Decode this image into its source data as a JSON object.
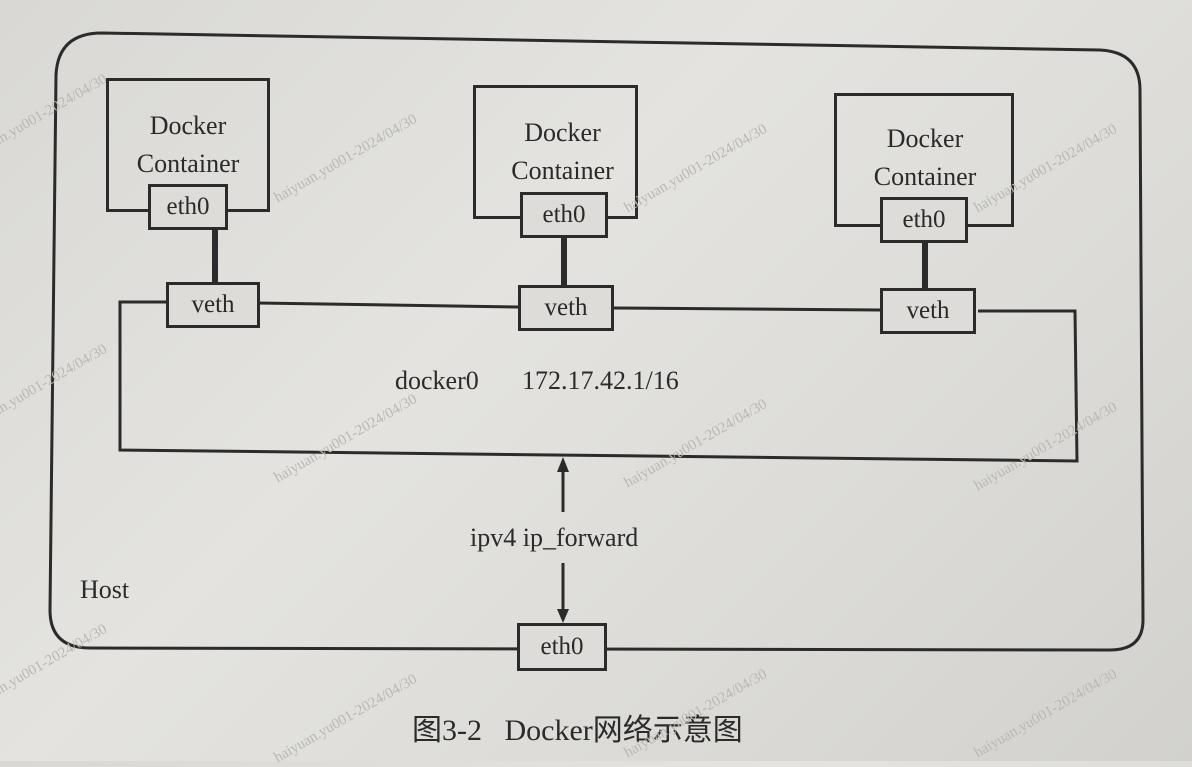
{
  "host": {
    "label": "Host"
  },
  "containers": [
    {
      "title_line1": "Docker",
      "title_line2": "Container",
      "eth": "eth0",
      "veth": "veth"
    },
    {
      "title_line1": "Docker",
      "title_line2": "Container",
      "eth": "eth0",
      "veth": "veth"
    },
    {
      "title_line1": "Docker",
      "title_line2": "Container",
      "eth": "eth0",
      "veth": "veth"
    }
  ],
  "bridge": {
    "name": "docker0",
    "address": "172.17.42.1/16"
  },
  "forward": {
    "label": "ipv4 ip_forward"
  },
  "host_eth": {
    "label": "eth0"
  },
  "caption": {
    "prefix": "图3-2",
    "title": "Docker网络示意图"
  },
  "watermark": {
    "text": "haiyuan.yu001-2024/04/30"
  },
  "colors": {
    "line": "#2b2b2b",
    "paper": "#dedcd8",
    "watermark": "#b9b8b5"
  }
}
